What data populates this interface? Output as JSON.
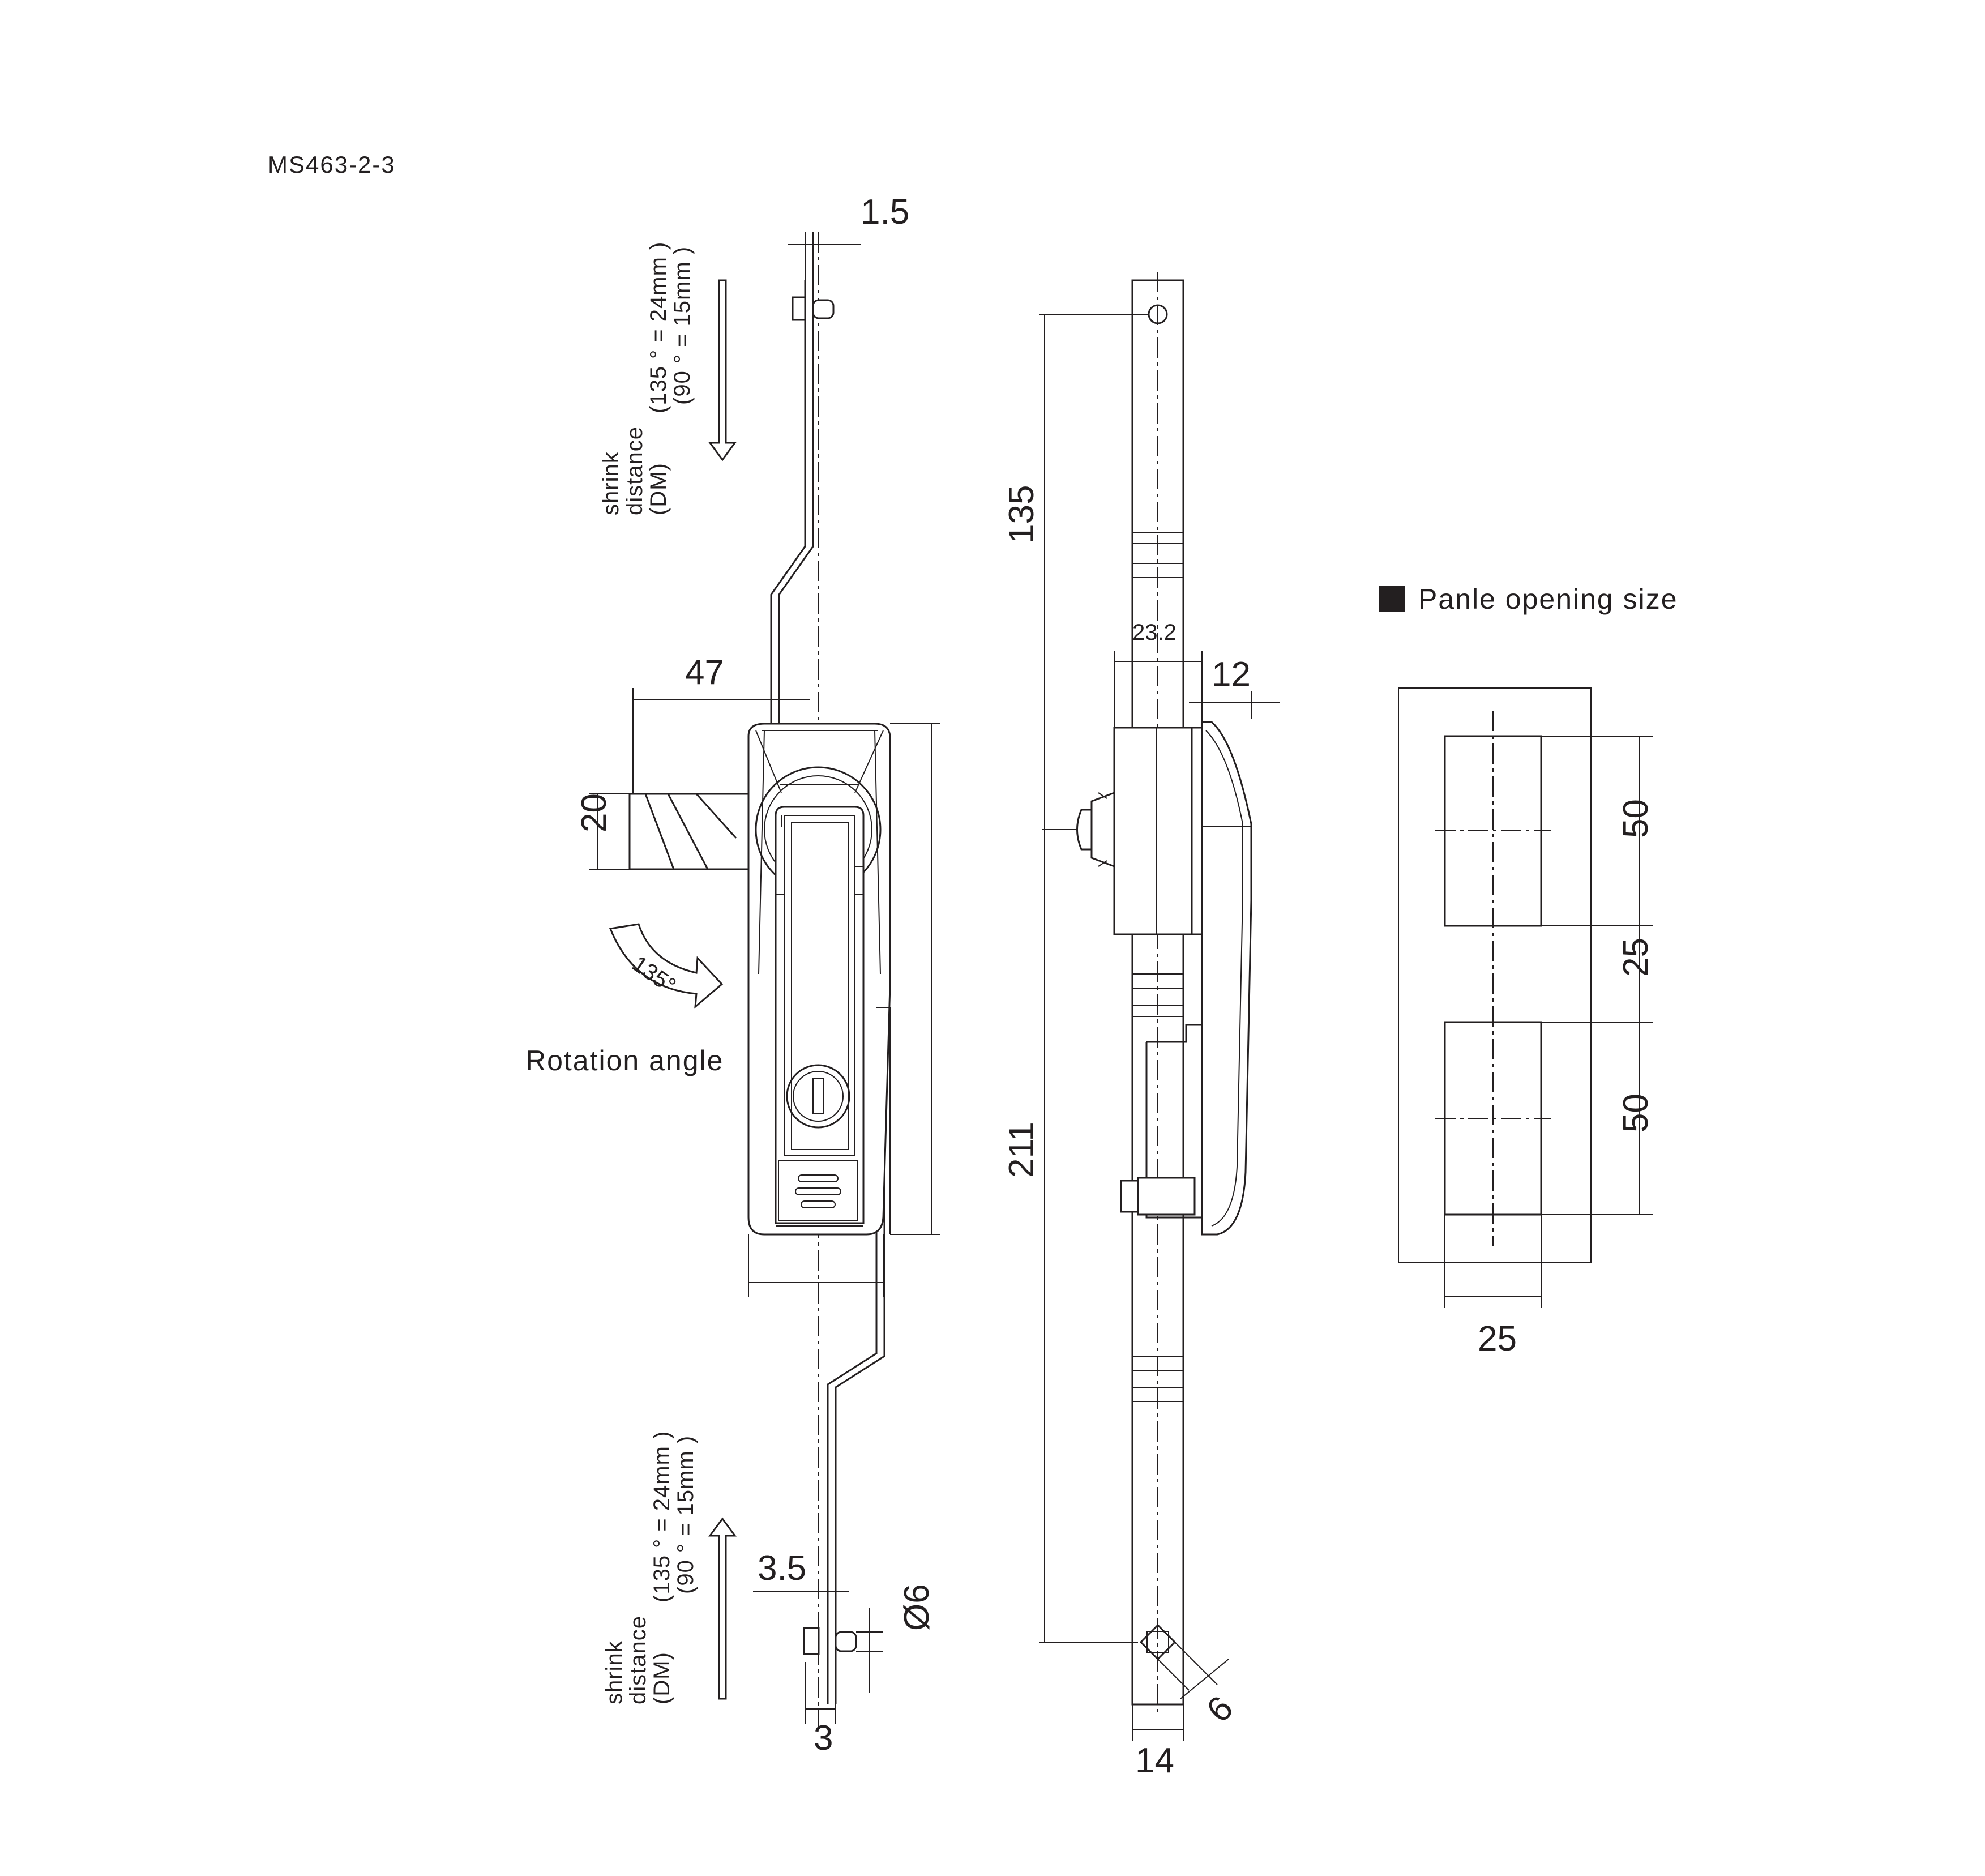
{
  "model": "MS463-2-3",
  "front_view": {
    "dims": {
      "bar_thickness": "1.5",
      "handle_offset": "47",
      "tongue_height": "20",
      "bolt_offset": "3.5",
      "bolt_diameter": "Ø6",
      "bar_width": "3"
    },
    "rotation": {
      "angle": "135°",
      "label": "Rotation angle"
    },
    "shrink_top": {
      "line1": "shrink",
      "line2": "distance",
      "line3": "(DM)",
      "line4": "(135 ° = 24mm )",
      "line5": "(90 ° = 15mm )"
    },
    "shrink_bottom": {
      "line1": "shrink",
      "line2": "distance",
      "line3": "(DM)",
      "line4": "(135 ° = 24mm )",
      "line5": "(90 ° = 15mm )"
    }
  },
  "side_view": {
    "dims": {
      "upper_length": "135",
      "lower_length": "211",
      "body_depth": "23.2",
      "handle_depth": "12",
      "rod_width": "14",
      "square_hole": "6"
    }
  },
  "panel": {
    "title": "Panle opening size",
    "dims": {
      "cutout_height_top": "50",
      "gap": "25",
      "cutout_height_bottom": "50",
      "cutout_width": "25"
    }
  }
}
